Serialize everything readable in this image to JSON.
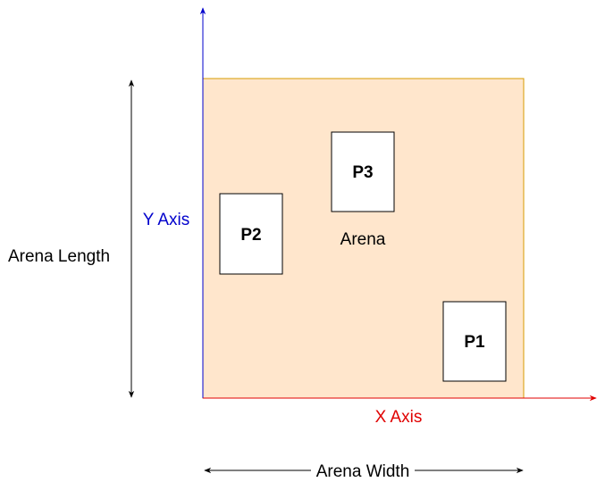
{
  "arena": {
    "label": "Arena",
    "fill": "#ffe6cc",
    "stroke": "#d79b00"
  },
  "axes": {
    "x_label": "X Axis",
    "x_color": "#e00000",
    "y_label": "Y Axis",
    "y_color": "#0000cc"
  },
  "dimensions": {
    "length_label": "Arena Length",
    "width_label": "Arena Width"
  },
  "players": [
    {
      "label": "P1"
    },
    {
      "label": "P2"
    },
    {
      "label": "P3"
    }
  ]
}
